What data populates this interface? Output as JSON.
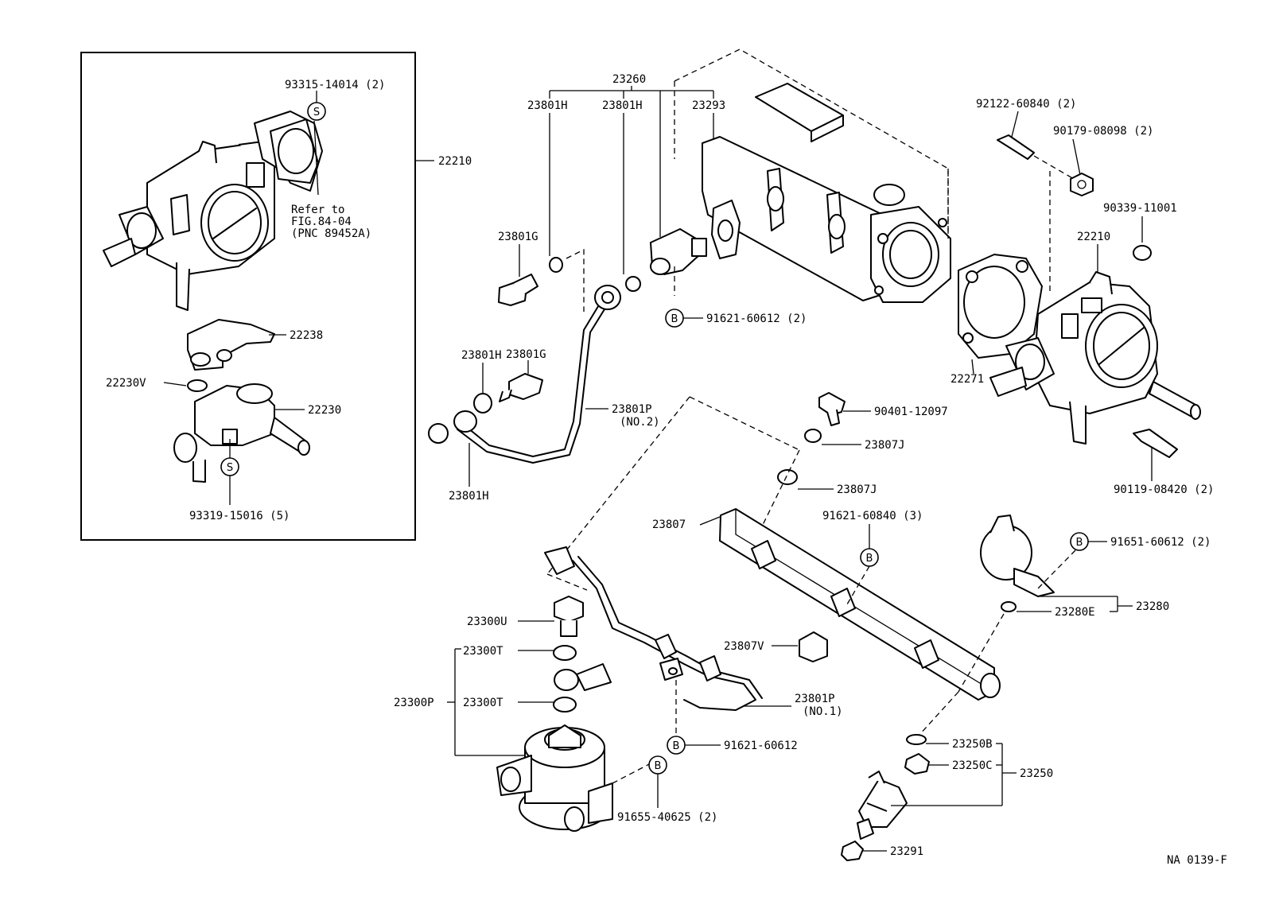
{
  "figure_code": "NA 0139-F",
  "labels": {
    "p93315": "93315-14014 (2)",
    "p22210_inset": "22210",
    "refer1": "Refer to",
    "refer2": "FIG.84-04",
    "refer3": "(PNC 89452A)",
    "p22238": "22238",
    "p22230V": "22230V",
    "p22230": "22230",
    "p93319": "93319-15016 (5)",
    "p23260": "23260",
    "p23801H_a": "23801H",
    "p23801H_b": "23801H",
    "p23293": "23293",
    "p23801G_a": "23801G",
    "p91621_2": "91621-60612 (2)",
    "p23801G_b": "23801G",
    "p23801H_c": "23801H",
    "p23801P2": "23801P",
    "p23801P2_sub": "(NO.2)",
    "p23801H_d": "23801H",
    "p92122": "92122-60840 (2)",
    "p90179": "90179-08098 (2)",
    "p90339": "90339-11001",
    "p22210_main": "22210",
    "p22271": "22271",
    "p90401": "90401-12097",
    "p23807J_a": "23807J",
    "p23807J_b": "23807J",
    "p90119": "90119-08420 (2)",
    "p23807": "23807",
    "p91621_3": "91621-60840 (3)",
    "p91651": "91651-60612 (2)",
    "p23280": "23280",
    "p23280E": "23280E",
    "p23300U": "23300U",
    "p23807V": "23807V",
    "p23300T_a": "23300T",
    "p23300P": "23300P",
    "p23300T_b": "23300T",
    "p23801P1": "23801P",
    "p23801P1_sub": "(NO.1)",
    "p91621_1": "91621-60612",
    "p23250B": "23250B",
    "p23250C": "23250C",
    "p23250": "23250",
    "p91655": "91655-40625 (2)",
    "p23291": "23291"
  },
  "badges": {
    "s": "S",
    "b": "B"
  }
}
